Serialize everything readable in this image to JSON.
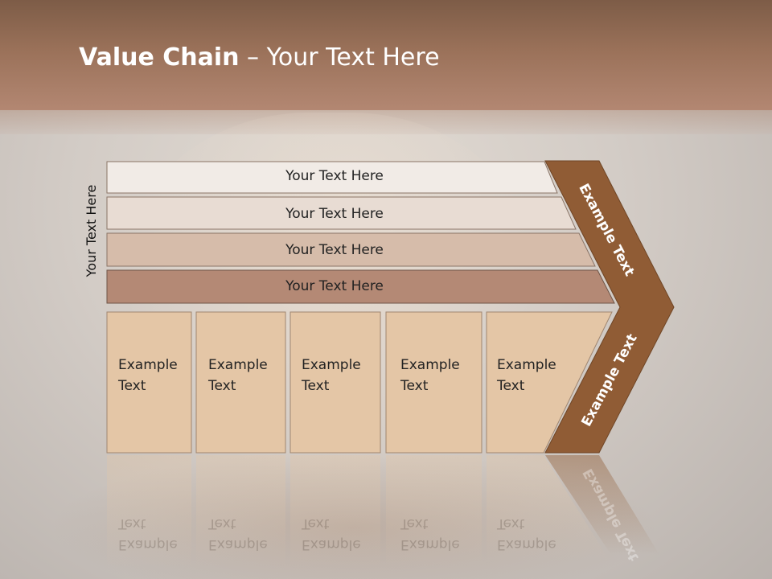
{
  "title": {
    "bold": "Value Chain",
    "rest": " – Your Text Here"
  },
  "side_label": "Your Text Here",
  "rows": [
    {
      "label": "Your Text Here",
      "fill": "#f1ebe6"
    },
    {
      "label": "Your Text Here",
      "fill": "#e8dcd3"
    },
    {
      "label": "Your Text Here",
      "fill": "#d6bcaa"
    },
    {
      "label": "Your Text Here",
      "fill": "#b48975"
    }
  ],
  "columns": [
    {
      "line1": "Example",
      "line2": "Text"
    },
    {
      "line1": "Example",
      "line2": "Text"
    },
    {
      "line1": "Example",
      "line2": "Text"
    },
    {
      "line1": "Example",
      "line2": "Text"
    },
    {
      "line1": "Example",
      "line2": "Text"
    }
  ],
  "chevron": {
    "upper": "Example Text",
    "lower": "Example Text",
    "fill": "#905c35"
  },
  "column_fill": "#e4c6a6"
}
